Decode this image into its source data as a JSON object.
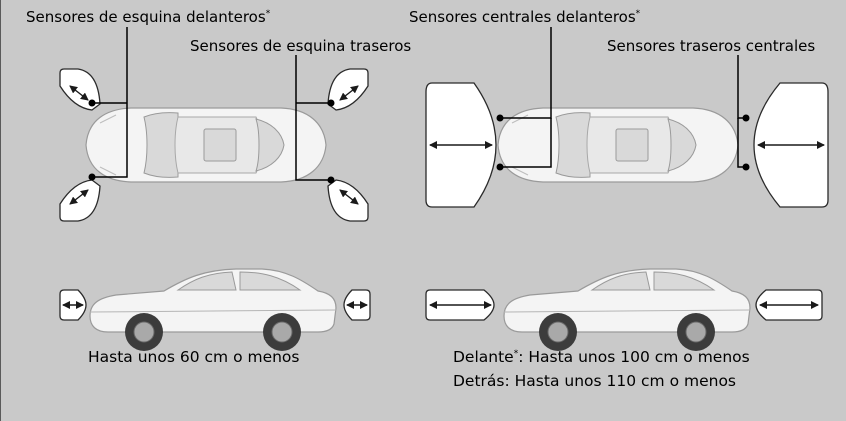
{
  "labels": {
    "front_corner": "Sensores de esquina delanteros",
    "front_corner_mark": "*",
    "rear_corner": "Sensores de esquina traseros",
    "front_center": "Sensores centrales delanteros",
    "front_center_mark": "*",
    "rear_center": "Sensores traseros centrales"
  },
  "captions": {
    "corner_range": "Hasta unos 60 cm o menos",
    "front_prefix": "Delante",
    "front_mark": "*",
    "front_range": ": Hasta unos 100 cm o menos",
    "rear_range": "Detrás: Hasta unos 110 cm o menos"
  },
  "colors": {
    "background": "#c9c9c9",
    "zone_fill": "#ffffff",
    "car_body": "#f4f4f4"
  }
}
